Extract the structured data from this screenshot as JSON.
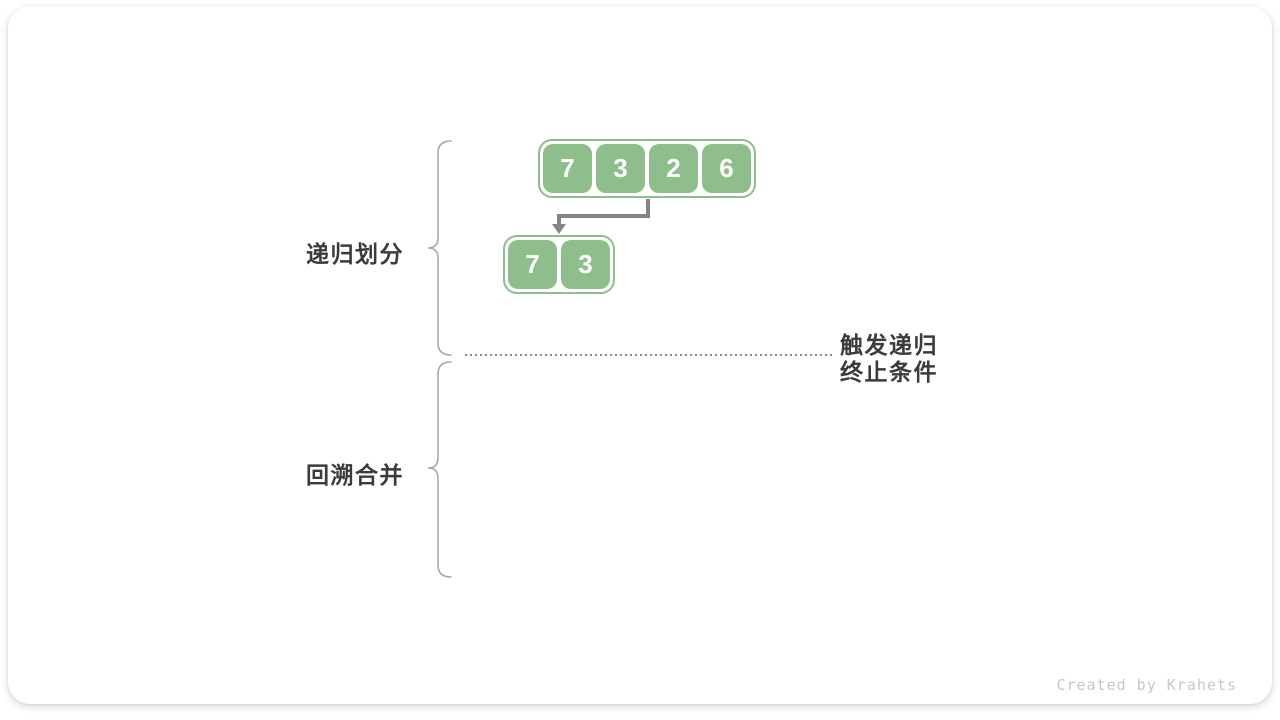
{
  "diagram": {
    "labels": {
      "divide": "递归划分",
      "merge": "回溯合并",
      "terminate_line1": "触发递归",
      "terminate_line2": "终止条件"
    },
    "arrays": [
      {
        "id": "level-0",
        "values": [
          "7",
          "3",
          "2",
          "6"
        ]
      },
      {
        "id": "level-1",
        "values": [
          "7",
          "3"
        ]
      }
    ],
    "watermark": "Created by Krahets",
    "colors": {
      "node_green": "#8DBE8B",
      "arrow_gray": "#848484",
      "label_dark": "#3B3B3B",
      "brace_gray": "#A8A8A8",
      "dotted_gray": "#8A8A8A",
      "watermark_gray": "#C8C8C8",
      "card_bg": "#FFFFFF"
    }
  }
}
